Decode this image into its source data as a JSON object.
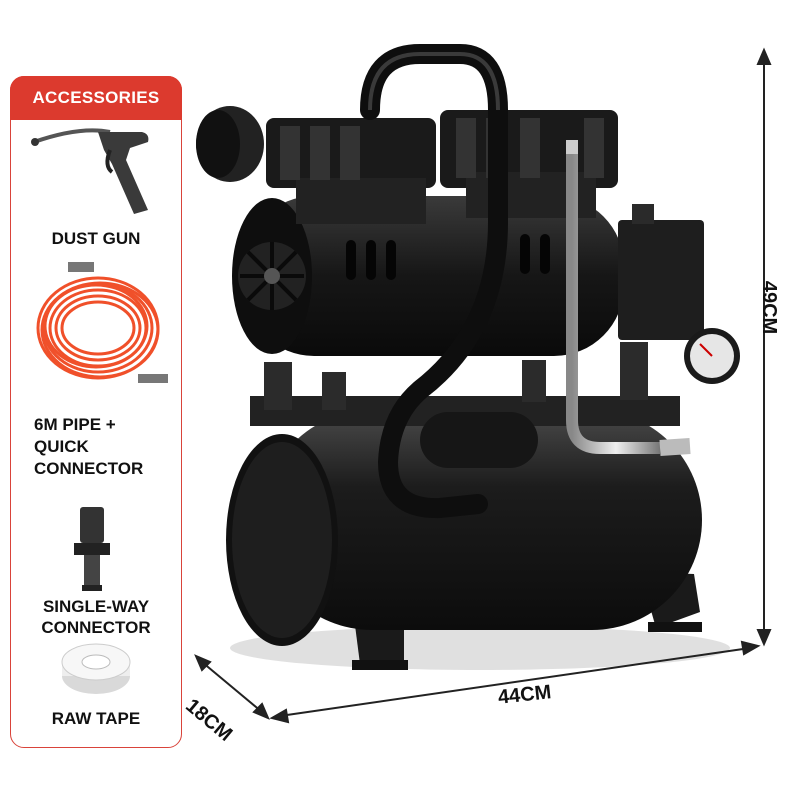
{
  "accessories": {
    "title": "ACCESSORIES",
    "items": [
      {
        "label": "DUST GUN"
      },
      {
        "label_lines": [
          "6M PIPE +",
          "QUICK",
          "CONNECTOR"
        ]
      },
      {
        "label_lines": [
          "SINGLE-WAY",
          "CONNECTOR"
        ]
      },
      {
        "label": "RAW TAPE"
      }
    ]
  },
  "dimensions": {
    "height": "49CM",
    "length": "44CM",
    "depth": "18CM"
  },
  "colors": {
    "accent": "#dc3a2e",
    "hose": "#f0502a",
    "body": "#1a1a1a"
  }
}
